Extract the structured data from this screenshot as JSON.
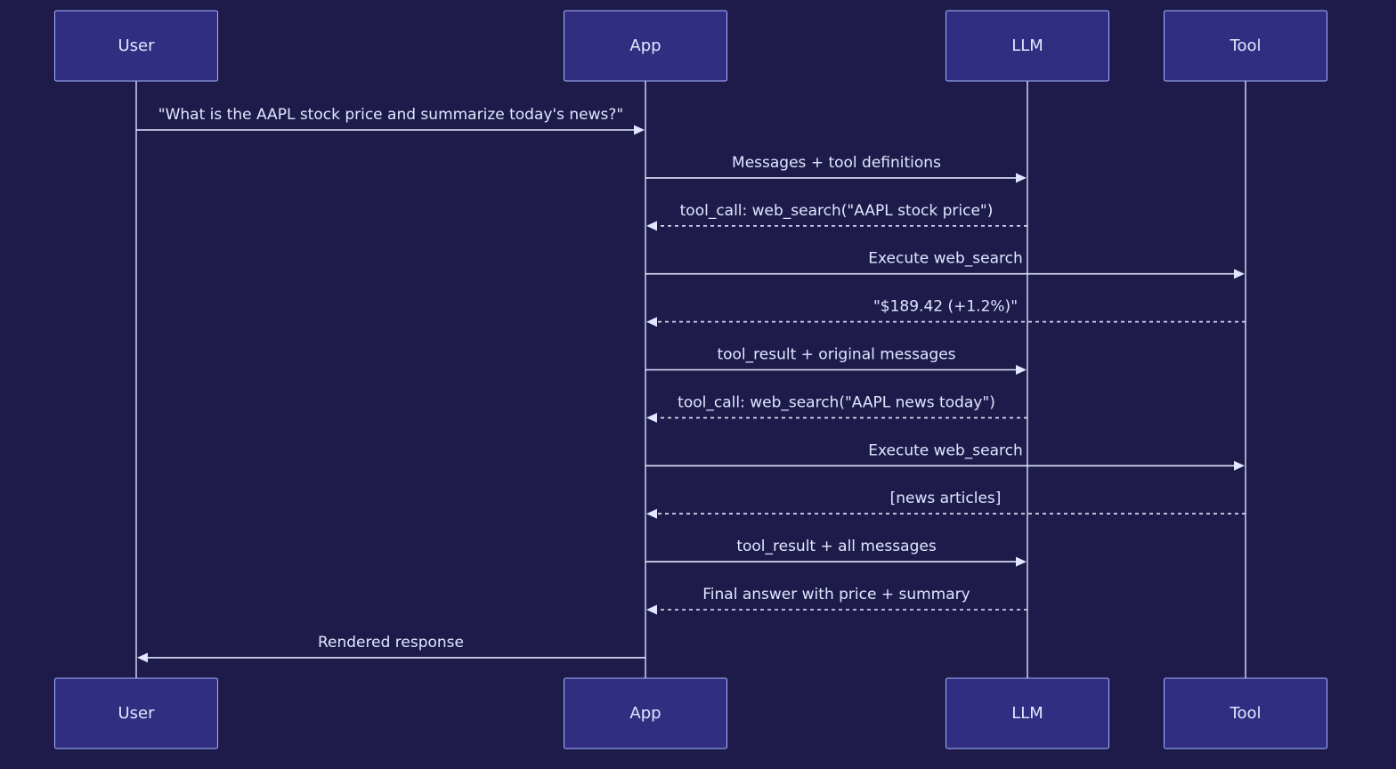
{
  "colors": {
    "background": "#1e1b4b",
    "actor_fill": "#312e81",
    "actor_stroke": "#a5b4fc",
    "line": "#e0e7ff",
    "text": "#e0e7ff"
  },
  "participants": [
    {
      "id": "user",
      "label": "User"
    },
    {
      "id": "app",
      "label": "App"
    },
    {
      "id": "llm",
      "label": "LLM"
    },
    {
      "id": "tool",
      "label": "Tool"
    }
  ],
  "messages": [
    {
      "from": "user",
      "to": "app",
      "style": "solid",
      "label": "\"What is the AAPL stock price and summarize today's news?\""
    },
    {
      "from": "app",
      "to": "llm",
      "style": "solid",
      "label": "Messages + tool definitions"
    },
    {
      "from": "llm",
      "to": "app",
      "style": "dashed",
      "label": "tool_call: web_search(\"AAPL stock price\")"
    },
    {
      "from": "app",
      "to": "tool",
      "style": "solid",
      "label": "Execute web_search"
    },
    {
      "from": "tool",
      "to": "app",
      "style": "dashed",
      "label": "\"$189.42 (+1.2%)\""
    },
    {
      "from": "app",
      "to": "llm",
      "style": "solid",
      "label": "tool_result + original messages"
    },
    {
      "from": "llm",
      "to": "app",
      "style": "dashed",
      "label": "tool_call: web_search(\"AAPL news today\")"
    },
    {
      "from": "app",
      "to": "tool",
      "style": "solid",
      "label": "Execute web_search"
    },
    {
      "from": "tool",
      "to": "app",
      "style": "dashed",
      "label": "[news articles]"
    },
    {
      "from": "app",
      "to": "llm",
      "style": "solid",
      "label": "tool_result + all messages"
    },
    {
      "from": "llm",
      "to": "app",
      "style": "dashed",
      "label": "Final answer with price + summary"
    },
    {
      "from": "app",
      "to": "user",
      "style": "solid",
      "label": "Rendered response"
    }
  ]
}
